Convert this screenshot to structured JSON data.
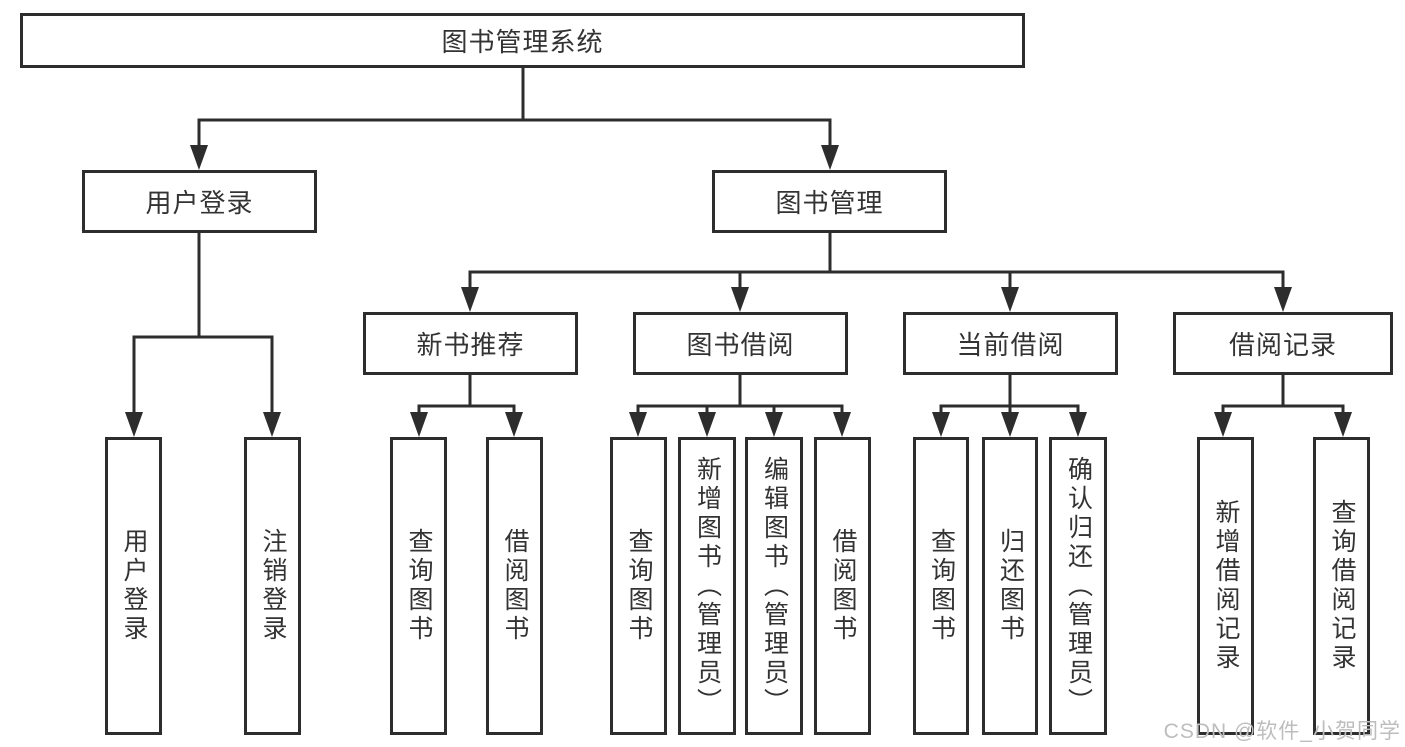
{
  "diagram": {
    "title": "图书管理系统",
    "tree": {
      "root": {
        "label": "图书管理系统",
        "children": [
          {
            "label": "用户登录",
            "children": [
              {
                "label": "用户登录"
              },
              {
                "label": "注销登录"
              }
            ]
          },
          {
            "label": "图书管理",
            "children": [
              {
                "label": "新书推荐",
                "children": [
                  {
                    "label": "查询图书"
                  },
                  {
                    "label": "借阅图书"
                  }
                ]
              },
              {
                "label": "图书借阅",
                "children": [
                  {
                    "label": "查询图书"
                  },
                  {
                    "label": "新增图书（管理员）"
                  },
                  {
                    "label": "编辑图书（管理员）"
                  },
                  {
                    "label": "借阅图书"
                  }
                ]
              },
              {
                "label": "当前借阅",
                "children": [
                  {
                    "label": "查询图书"
                  },
                  {
                    "label": "归还图书"
                  },
                  {
                    "label": "确认归还（管理员）"
                  }
                ]
              },
              {
                "label": "借阅记录",
                "children": [
                  {
                    "label": "新增借阅记录"
                  },
                  {
                    "label": "查询借阅记录"
                  }
                ]
              }
            ]
          }
        ]
      }
    },
    "colors": {
      "line": "#2d2d2d",
      "text": "#333333",
      "watermark": "#bdbdbd"
    }
  },
  "watermark": {
    "text": "CSDN @软件_小贺同学"
  }
}
